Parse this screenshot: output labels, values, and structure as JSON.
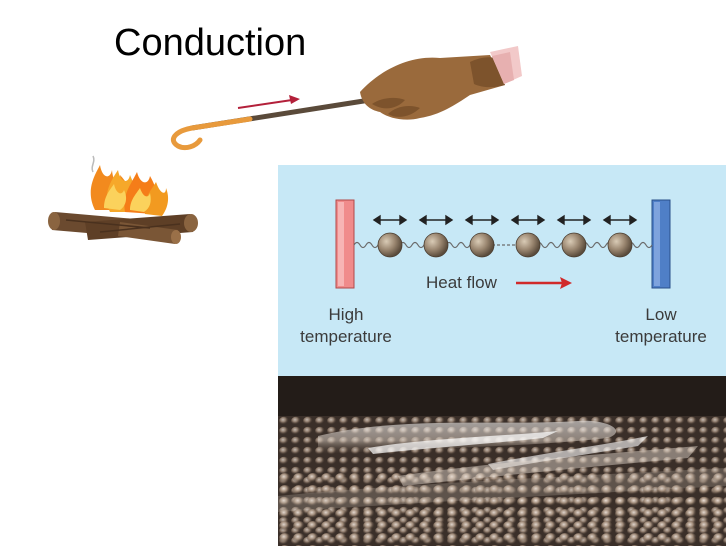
{
  "slide": {
    "title": "Conduction"
  },
  "diagram": {
    "high_label": "High\ntemperature",
    "low_label": "Low\ntemperature",
    "heat_flow_label": "Heat flow",
    "colors": {
      "background": "#c7e8f6",
      "hot_bar": "#f08b8b",
      "cold_bar": "#4f7fc7",
      "heat_arrow": "#d02a2a",
      "atom": "#8a7a66"
    }
  },
  "illustration": {
    "icons": [
      "campfire-icon",
      "hand-icon",
      "stick-icon",
      "arrow-right-icon"
    ]
  },
  "micrograph": {
    "icon": "atomic-surface-image"
  }
}
